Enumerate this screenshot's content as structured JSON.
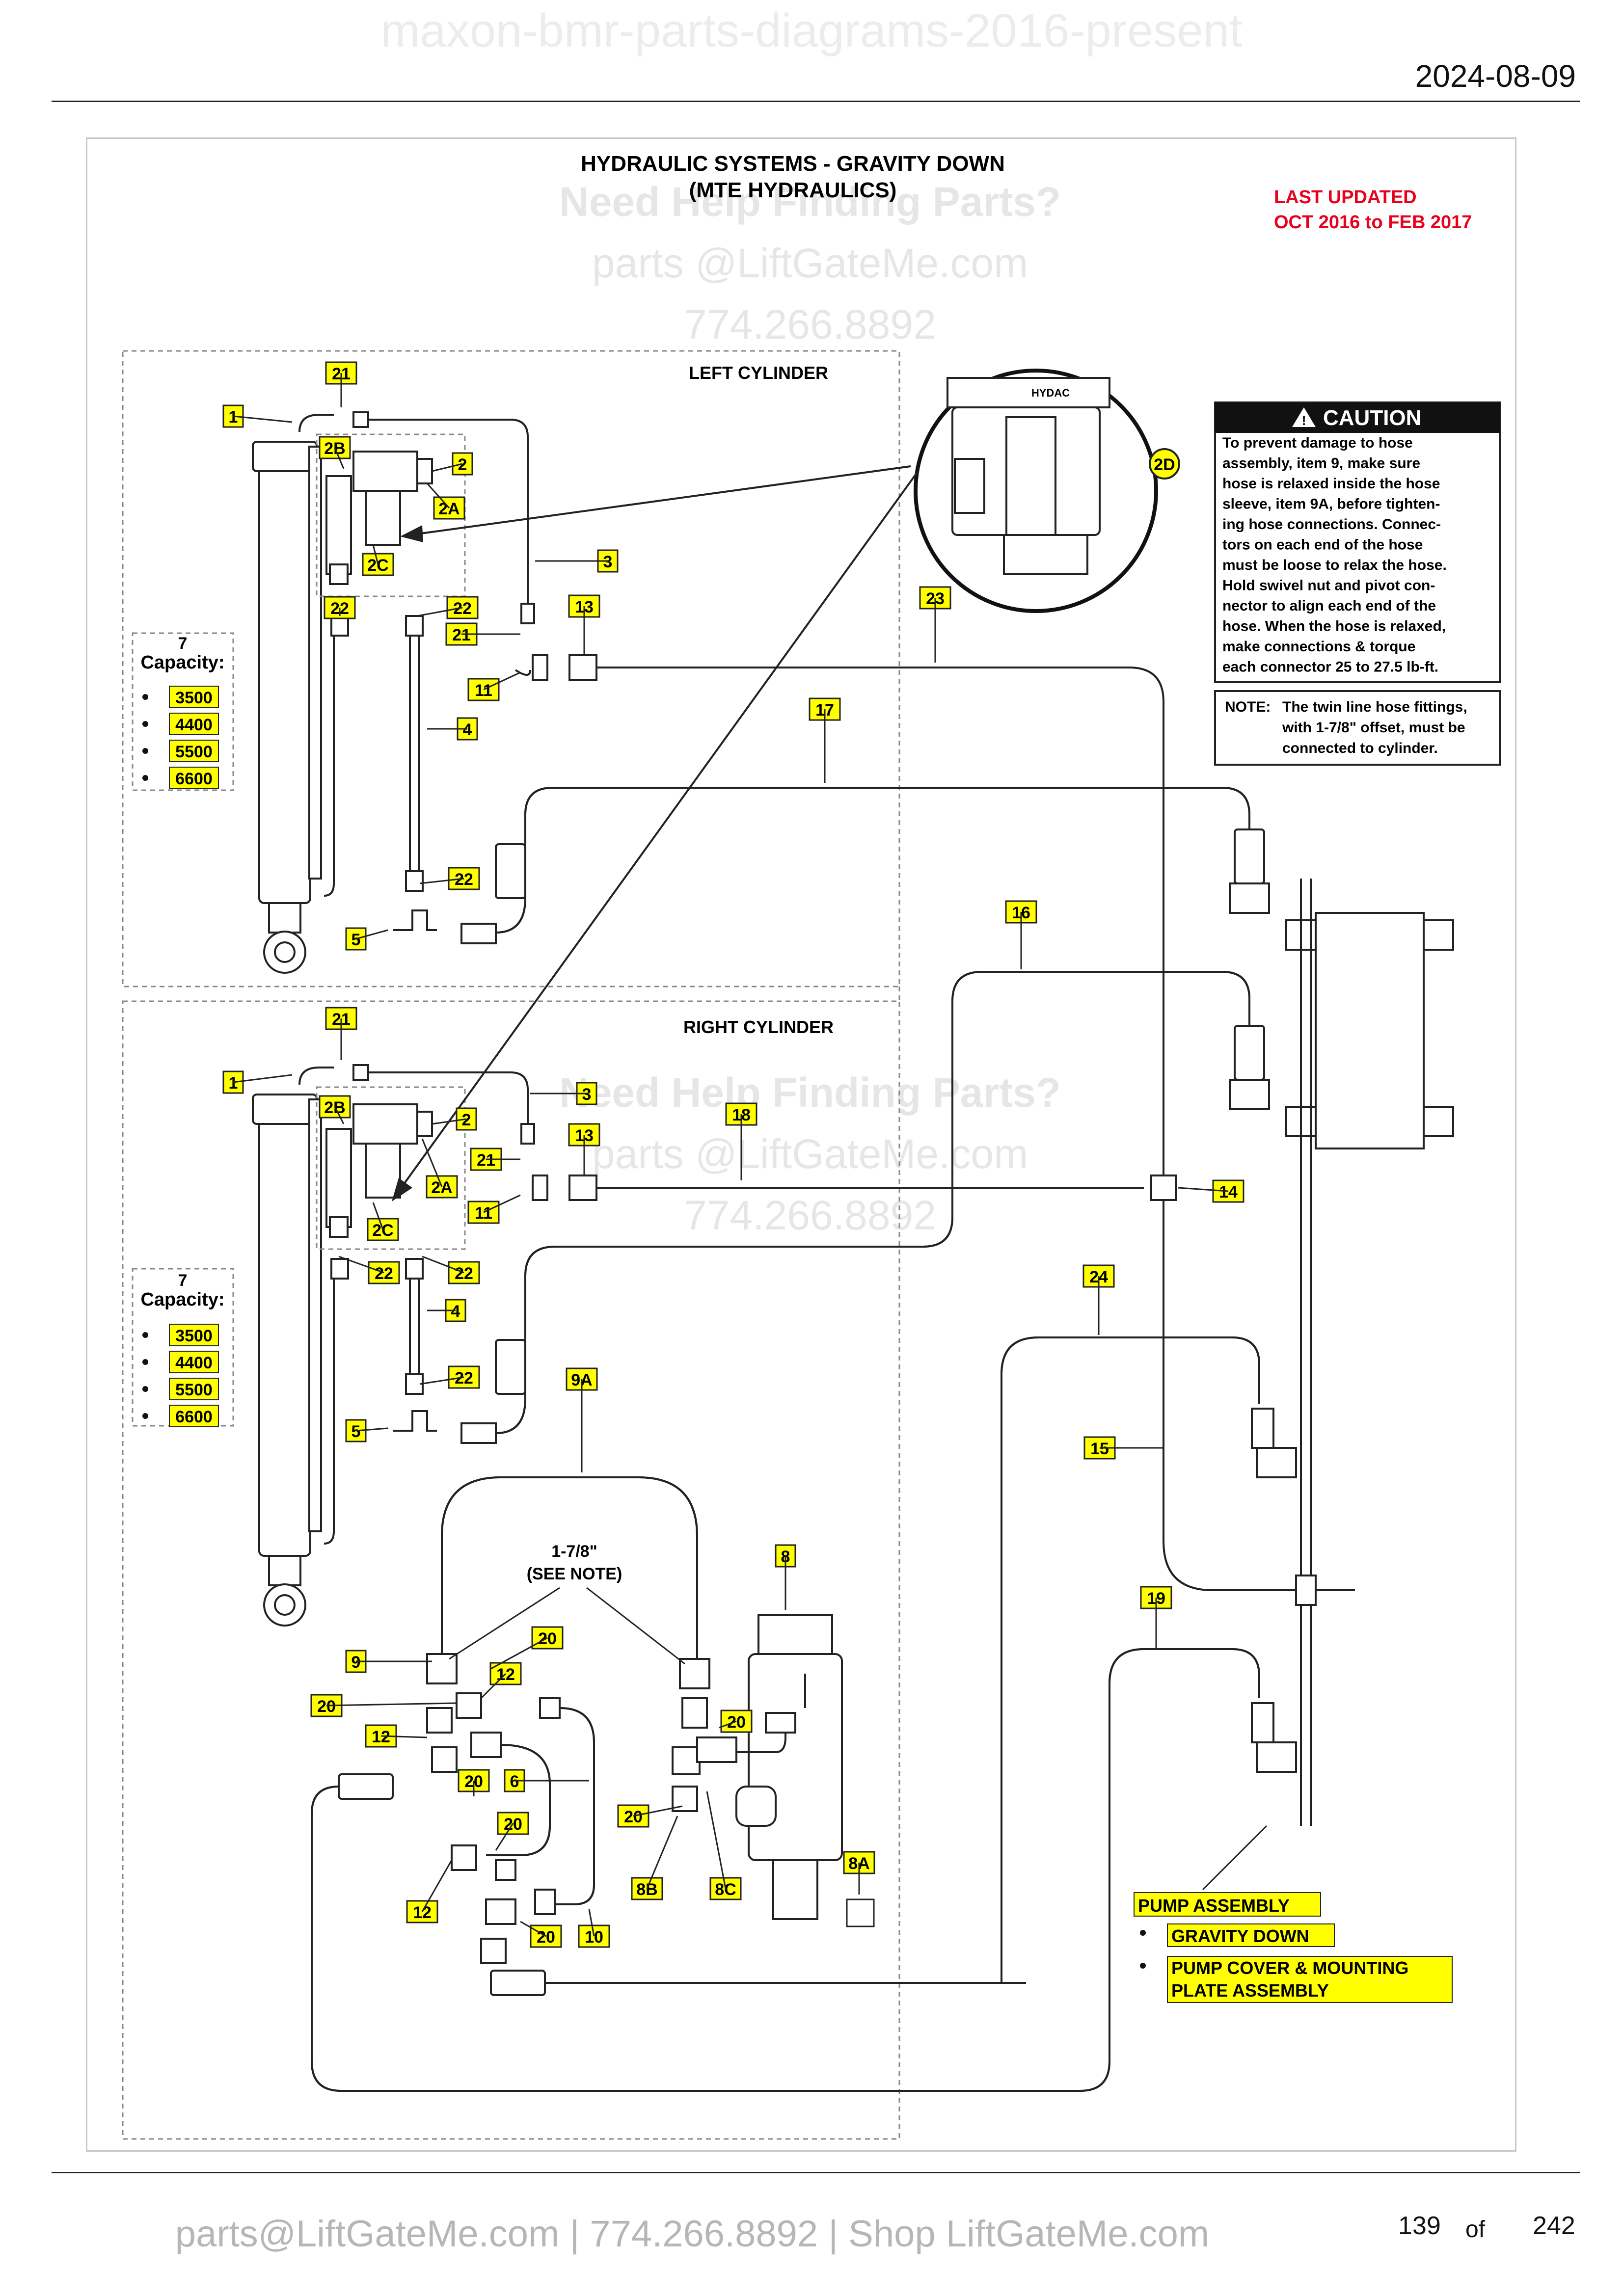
{
  "header": {
    "watermark": "maxon-bmr-parts-diagrams-2016-present",
    "date": "2024-08-09"
  },
  "diagram": {
    "title_line1": "HYDRAULIC SYSTEMS - GRAVITY DOWN",
    "title_line2": "(MTE HYDRAULICS)",
    "last_updated_line1": "LAST UPDATED",
    "last_updated_line2": "OCT 2016 to FEB 2017",
    "left_cylinder_label": "LEFT CYLINDER",
    "right_cylinder_label": "RIGHT CYLINDER",
    "offset_note_line1": "1-7/8\"",
    "offset_note_line2": "(SEE NOTE)",
    "capacity_item": "7",
    "capacity_label": "Capacity:",
    "capacities": [
      "3500",
      "4400",
      "5500",
      "6600"
    ],
    "valve_brand": "HYDAC",
    "detail_callout": "2D",
    "parts": {
      "p1": "1",
      "p2": "2",
      "p2A": "2A",
      "p2B": "2B",
      "p2C": "2C",
      "p3": "3",
      "p4": "4",
      "p5": "5",
      "p6": "6",
      "p7": "7",
      "p8": "8",
      "p8A": "8A",
      "p8B": "8B",
      "p8C": "8C",
      "p9": "9",
      "p9A": "9A",
      "p10": "10",
      "p11": "11",
      "p12": "12",
      "p13": "13",
      "p14": "14",
      "p15": "15",
      "p16": "16",
      "p17": "17",
      "p18": "18",
      "p19": "19",
      "p20": "20",
      "p21": "21",
      "p22": "22",
      "p23": "23",
      "p24": "24"
    }
  },
  "caution": {
    "title": "CAUTION",
    "lines": [
      "To prevent damage to hose",
      "assembly, item 9, make sure",
      "hose is relaxed inside the hose",
      "sleeve, item 9A, before tighten-",
      "ing hose connections. Connec-",
      "tors on each end of the hose",
      "must be loose to relax the hose.",
      "Hold swivel nut and pivot con-",
      "nector to align each end of the",
      "hose. When the hose is relaxed,",
      "make connections & torque",
      "each connector 25 to 27.5 lb-ft."
    ]
  },
  "note": {
    "label": "NOTE:",
    "line1": "The twin line hose fittings,",
    "line2": "with 1-7/8\" offset, must be",
    "line3": "connected to cylinder."
  },
  "pump_assembly": {
    "title": "PUMP ASSEMBLY",
    "item1": "GRAVITY DOWN",
    "item2_line1": "PUMP COVER & MOUNTING",
    "item2_line2": "PLATE ASSEMBLY"
  },
  "watermarks": {
    "line1": "Need Help Finding Parts?",
    "line2": "parts @LiftGateMe.com",
    "line3": "774.266.8892"
  },
  "footer": {
    "text": "parts@LiftGateMe.com | 774.266.8892 | Shop LiftGateMe.com",
    "page_number": "139",
    "page_of": "of",
    "page_total": "242"
  },
  "colors": {
    "label_fill": "#ffff00",
    "red_text": "#e8001c",
    "watermark": "#e6e6e6"
  }
}
